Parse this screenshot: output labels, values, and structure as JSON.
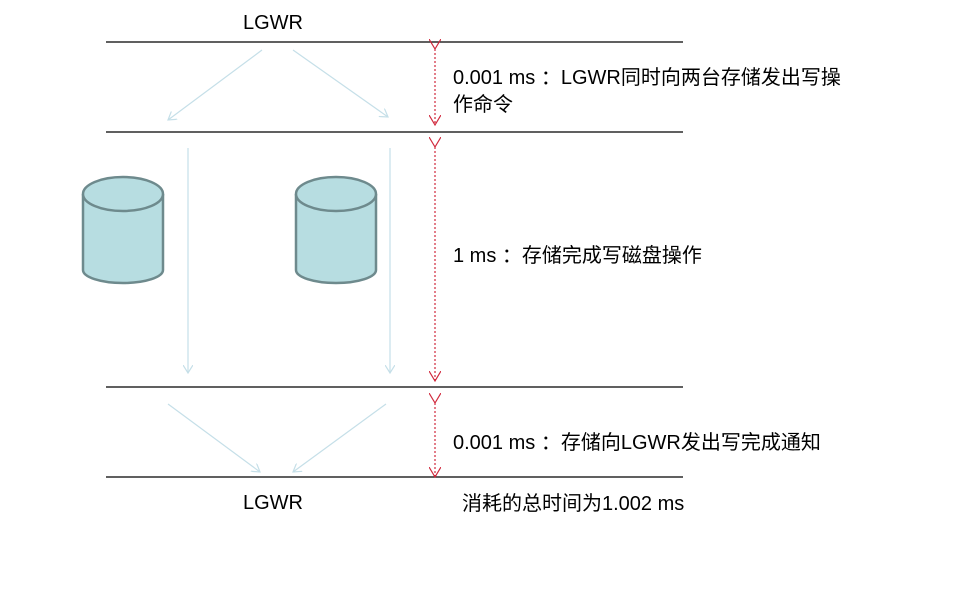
{
  "top_label": "LGWR",
  "bottom_label": "LGWR",
  "step1": {
    "line1": "0.001 ms ：LGWR同时向两台存储发出写操",
    "line2": "作命令"
  },
  "step2": "1 ms ：存储完成写磁盘操作",
  "step3": "0.001 ms ：存储向LGWR发出写完成通知",
  "total": "消耗的总时间为1.002 ms",
  "colors": {
    "storage_fill": "#b7dde1",
    "storage_stroke": "#6e8a8d",
    "flow_arrow": "#c5dfe8",
    "timing_arrow": "#d0283c",
    "rule": "#000000"
  }
}
